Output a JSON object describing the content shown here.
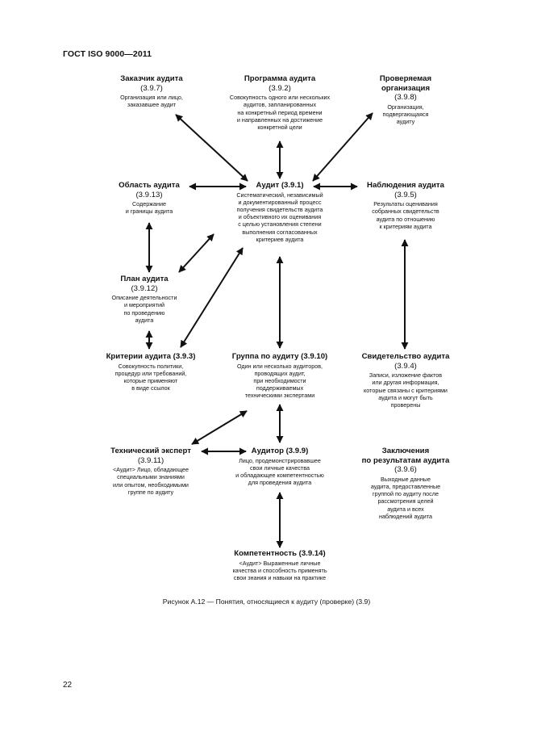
{
  "header": "ГОСТ ISO 9000—2011",
  "nodes": {
    "client": {
      "title": [
        "Заказчик аудита"
      ],
      "code": "(3.9.7)",
      "desc": "Организация или лицо,\nзаказавшее аудит"
    },
    "programme": {
      "title": [
        "Программа аудита"
      ],
      "code": "(3.9.2)",
      "desc": "Совокупность одного или нескольких\nаудитов, запланированных\nна конкретный период времени\nи направленных на достижение\nконкретной цели"
    },
    "auditee": {
      "title": [
        "Проверяемая",
        "организация"
      ],
      "code": "(3.9.8)",
      "desc": "Организация,\nподвергающаяся\nаудиту"
    },
    "scope": {
      "title": [
        "Область аудита"
      ],
      "code": "(3.9.13)",
      "desc": "Содержание\nи границы аудита"
    },
    "audit": {
      "title": [
        "Аудит (3.9.1)"
      ],
      "code": "",
      "desc": "Систематический, независимый\nи документированный процесс\nполучения свидетельств аудита\nи объективного их оценивания\nс целью установления степени\nвыполнения согласованных\nкритериев аудита"
    },
    "findings": {
      "title": [
        "Наблюдения аудита"
      ],
      "code": "(3.9.5)",
      "desc": "Результаты оценивания\nсобранных свидетельств\nаудита по отношению\nк критериям аудита"
    },
    "plan": {
      "title": [
        "План аудита"
      ],
      "code": "(3.9.12)",
      "desc": "Описание деятельности\nи мероприятий\nпо проведению\nаудита"
    },
    "criteria": {
      "title": [
        "Критерии аудита (3.9.3)"
      ],
      "code": "",
      "desc": "Совокупность политики,\nпроцедур или требований,\nкоторые применяют\nв виде ссылок"
    },
    "team": {
      "title": [
        "Группа по аудиту (3.9.10)"
      ],
      "code": "",
      "desc": "Один или несколько аудиторов,\nпроводящих аудит,\nпри необходимости\nподдерживаемых\nтехническими экспертами"
    },
    "evidence": {
      "title": [
        "Свидетельство аудита"
      ],
      "code": "(3.9.4)",
      "desc": "Записи, изложение фактов\nили другая информация,\nкоторые связаны с критериями\nаудита и могут быть\nпроверены"
    },
    "expert": {
      "title": [
        "Технический эксперт"
      ],
      "code": "(3.9.11)",
      "desc": "<Аудит> Лицо, обладающее\nспециальными знаниями\nили опытом, необходимыми\nгруппе по аудиту"
    },
    "auditor": {
      "title": [
        "Аудитор (3.9.9)"
      ],
      "code": "",
      "desc": "Лицо, продемонстрировавшее\nсвои личные качества\nи обладающее компетентностью\nдля проведения аудита"
    },
    "conclusion": {
      "title": [
        "Заключения",
        "по результатам аудита"
      ],
      "code": "(3.9.6)",
      "desc": "Выходные данные\nаудита, предоставленные\nгруппой по аудиту после\nрассмотрения целей\nаудита и всех\nнаблюдений аудита"
    },
    "competence": {
      "title": [
        "Компетентность (3.9.14)"
      ],
      "code": "",
      "desc": "<Аудит> Выраженные личные\nкачества и способность применять\nсвои знания и навыки на практике"
    }
  },
  "caption": "Рисунок А.12 — Понятия, относящиеся к аудиту (проверке) (3.9)",
  "page_number": "22"
}
